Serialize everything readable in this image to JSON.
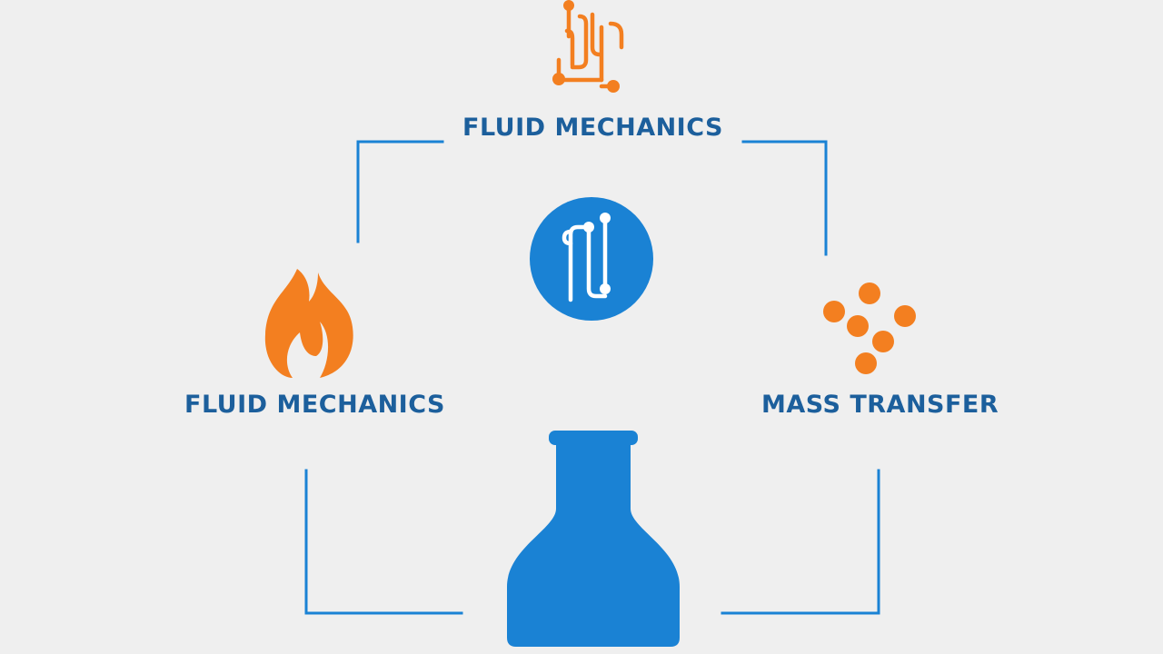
{
  "colors": {
    "background": "#efefef",
    "blue": "#1a82d4",
    "label_blue": "#1c5f9c",
    "orange": "#f37f20"
  },
  "nodes": {
    "top": {
      "label": "FLUID MECHANICS",
      "icon": "pipe-network-icon"
    },
    "left": {
      "label": "FLUID MECHANICS",
      "icon": "flame-icon"
    },
    "right": {
      "label": "MASS TRANSFER",
      "icon": "particles-icon"
    },
    "center": {
      "icon": "process-circle-icon"
    },
    "bottom": {
      "icon": "flask-icon"
    }
  }
}
